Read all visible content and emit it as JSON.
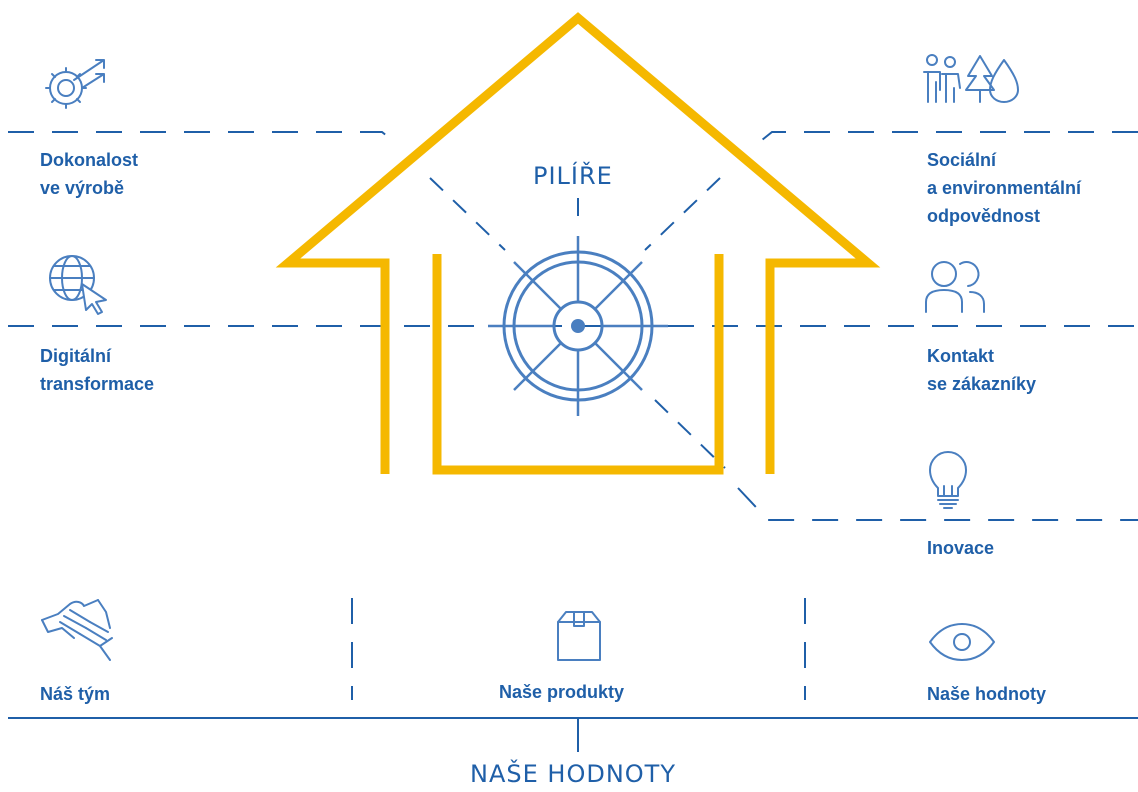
{
  "pillars_title": "PILÍŘE",
  "values_title": "NAŠE HODNOTY",
  "pillars": {
    "excellence": {
      "line1": "Dokonalost",
      "line2": "ve výrobě",
      "icon": "gear-arrows-icon"
    },
    "digital": {
      "line1": "Digitální",
      "line2": "transformace",
      "icon": "globe-cursor-icon"
    },
    "social": {
      "line1": "Sociální",
      "line2": "a environmentální",
      "line3": "odpovědnost",
      "icon": "people-tree-drop-icon"
    },
    "contact": {
      "line1": "Kontakt",
      "line2": "se zákazníky",
      "icon": "two-people-icon"
    },
    "innovation": {
      "line1": "Inovace",
      "icon": "lightbulb-icon"
    }
  },
  "values": {
    "team": {
      "label": "Náš tým",
      "icon": "handshake-hands-icon"
    },
    "products": {
      "label": "Naše produkty",
      "icon": "box-icon"
    },
    "values": {
      "label": "Naše hodnoty",
      "icon": "eye-icon"
    }
  },
  "colors": {
    "blue": "#1f5fa8",
    "icon_blue": "#4a7fc0",
    "yellow": "#f5b800"
  }
}
